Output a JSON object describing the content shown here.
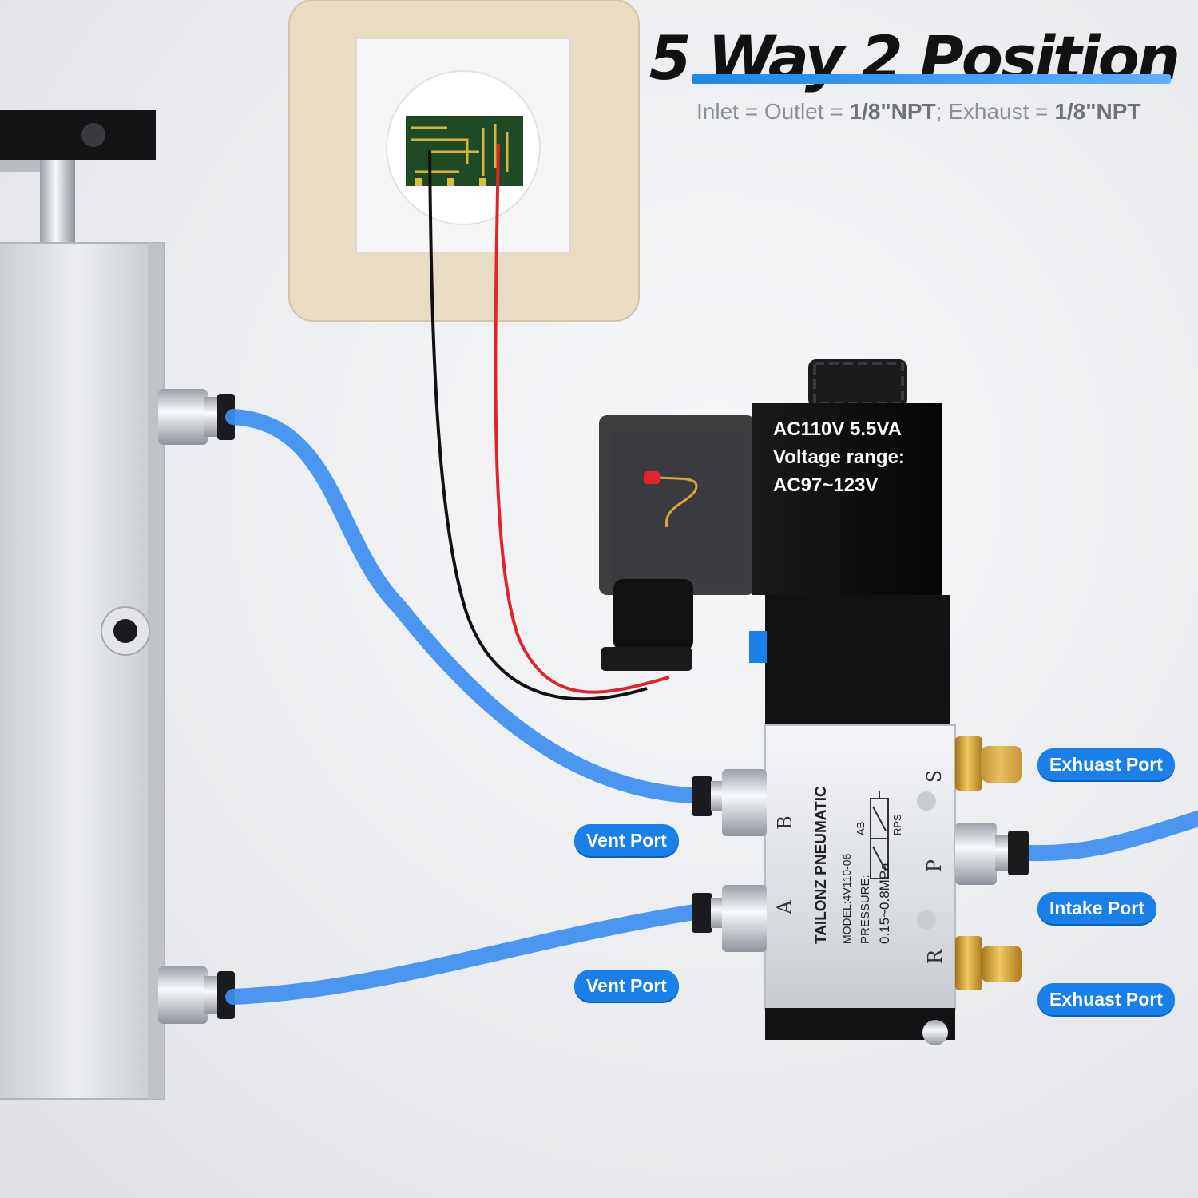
{
  "title": "5 Way 2 Position",
  "subtitle": {
    "inlet_label": "Inlet = Outlet = ",
    "inlet_value": "1/8\"NPT",
    "separator": "; ",
    "exhaust_label": "Exhaust = ",
    "exhaust_value": "1/8\"NPT"
  },
  "coil": {
    "line1": "AC110V 5.5VA",
    "line2": "Voltage range:",
    "line3": "AC97~123V"
  },
  "valve": {
    "brand": "TAILONZ PNEUMATIC",
    "model": "MODEL:4V110-06",
    "pressure_label": "PRESSURE:",
    "pressure_value": "0.15~0.8MPa",
    "symbol_top": "AB",
    "symbol_bottom": "RPS",
    "ports": [
      "A",
      "B",
      "R",
      "P",
      "S"
    ]
  },
  "callouts": {
    "vent_top": "Vent Port",
    "vent_bottom": "Vent Port",
    "exhaust_top": "Exhuast Port",
    "intake": "Intake Port",
    "exhaust_bottom": "Exhuast Port"
  },
  "colors": {
    "accent_blue": "#1a7fe8",
    "tube_blue": "#3d8ef0",
    "wire_red": "#e0242c",
    "wire_black": "#111111",
    "brass": "#d4a53a"
  }
}
